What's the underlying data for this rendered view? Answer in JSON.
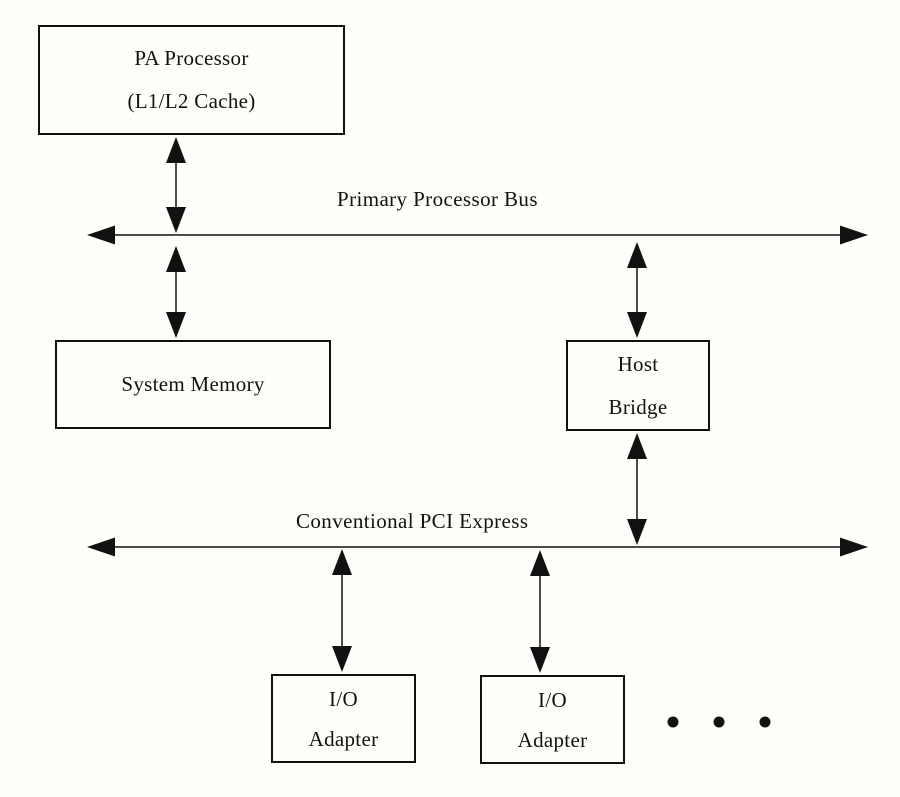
{
  "diagram": {
    "background_color": "#fffefa",
    "line_color": "#111111",
    "nodes": {
      "pa_processor": {
        "lines": [
          "PA Processor",
          "(L1/L2 Cache)"
        ]
      },
      "system_memory": {
        "lines": [
          "System Memory"
        ]
      },
      "host_bridge": {
        "lines": [
          "Host",
          "Bridge"
        ]
      },
      "io_adapter_1": {
        "lines": [
          "I/O",
          "Adapter"
        ]
      },
      "io_adapter_2": {
        "lines": [
          "I/O",
          "Adapter"
        ]
      }
    },
    "buses": {
      "primary": {
        "label": "Primary Processor Bus"
      },
      "pci": {
        "label": "Conventional PCI Express"
      }
    },
    "ellipsis": {
      "meaning": "more I/O adapters continuation dots",
      "count": 3
    }
  }
}
